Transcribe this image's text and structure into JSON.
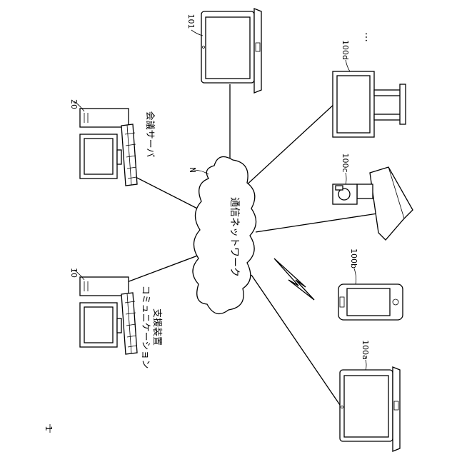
{
  "figure": {
    "system_ref": "1",
    "network": {
      "ref": "N",
      "label": "通信ネットワーク"
    },
    "devices": {
      "support_device": {
        "ref": "10",
        "label_line1": "コミュニケーション",
        "label_line2": "支援装置"
      },
      "meeting_server": {
        "ref": "20",
        "label": "会議サーバ"
      },
      "pc_101": {
        "ref": "101"
      },
      "laptop_100a": {
        "ref": "100a"
      },
      "phone_100b": {
        "ref": "100b"
      },
      "camera_100c": {
        "ref": "100c"
      },
      "display_100d": {
        "ref": "100d"
      },
      "ellipsis": "…"
    }
  }
}
